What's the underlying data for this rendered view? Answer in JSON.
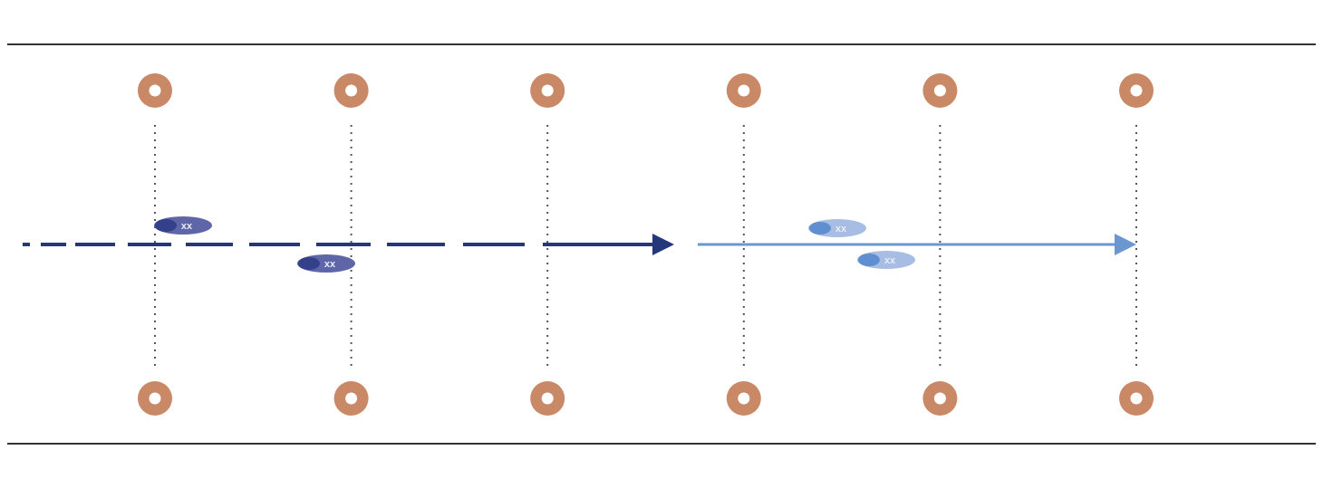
{
  "colors": {
    "background": "#ffffff",
    "boundary_line": "#333333",
    "marker_ring": "#c98866",
    "marker_center": "#ffffff",
    "guide_line": "#555555",
    "dark_arrow": "#24377a",
    "dark_shoe_body": "#5f66a8",
    "dark_shoe_toe": "#34408a",
    "light_arrow": "#6b97d0",
    "light_shoe_body": "#a7bde3",
    "light_shoe_toe": "#5f8fd0",
    "lace_marks": "#e8ecf7"
  },
  "diagram": {
    "marker_columns": 6,
    "marker_rows": [
      "top",
      "bottom"
    ],
    "marker_icon": "cone-marker-icon",
    "shoe_icon": "shoe-footprint-icon",
    "arrow_segments": [
      {
        "name": "dashed-dark-arrow",
        "style": "dashed",
        "color_key": "dark_arrow"
      },
      {
        "name": "solid-light-arrow",
        "style": "solid",
        "color_key": "light_arrow"
      }
    ],
    "footprints": [
      {
        "tone": "dark",
        "column": 1,
        "side": "above-line"
      },
      {
        "tone": "dark",
        "column": 2,
        "side": "below-line"
      },
      {
        "tone": "light",
        "column": 4,
        "side": "above-line"
      },
      {
        "tone": "light",
        "column": 4.5,
        "side": "below-line"
      }
    ],
    "lace_mark": "xx"
  }
}
